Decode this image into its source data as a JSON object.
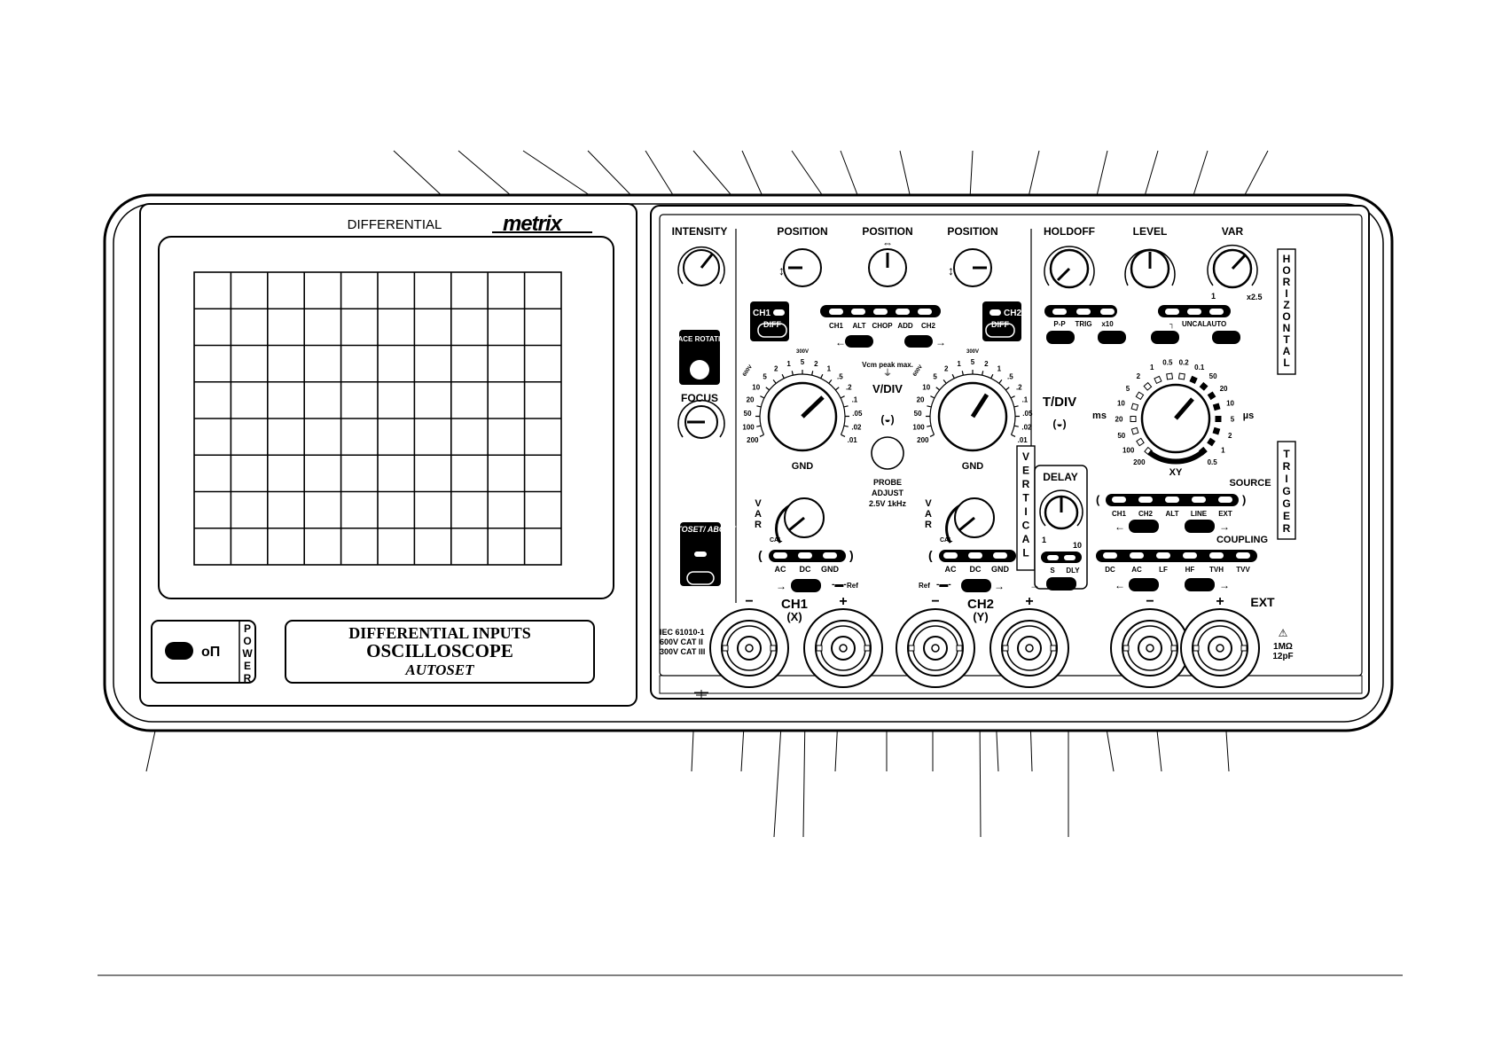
{
  "front": {
    "differential": "DIFFERENTIAL",
    "brand": "metrix",
    "power_label": "POWER",
    "power_symbol": "oΠ",
    "title_line1": "DIFFERENTIAL INPUTS",
    "title_line2": "OSCILLOSCOPE",
    "title_line3": "AUTOSET"
  },
  "display_controls": {
    "intensity": "INTENSITY",
    "trace_rotation": "TRACE ROTATION",
    "focus": "FOCUS",
    "autoset": "AUTOSET/ ABORT"
  },
  "vertical": {
    "position": "POSITION",
    "position_arrow": "⇔",
    "section": "VERTICAL",
    "ch1_label": "CH1",
    "ch2_label": "CH2",
    "diff": "DIFF",
    "modes": [
      "CH1",
      "ALT",
      "CHOP",
      "ADD",
      "CH2"
    ],
    "mode_arrows": [
      "←",
      "→"
    ],
    "vdiv": "V/DIV",
    "vcm": "Vcm peak max.",
    "vdiv_left_ticks": [
      "600V",
      "200",
      "100",
      "50",
      "20",
      "10",
      "5",
      "2",
      "1"
    ],
    "vdiv_right_ticks": [
      "300V",
      "5",
      "2",
      "1",
      ".5",
      ".2",
      ".1",
      ".05",
      ".02",
      ".01"
    ],
    "gnd": "GND",
    "cal_mark": "(◒)",
    "probe_adjust": "PROBE ADJUST 2.5V 1kHz",
    "var": "VAR",
    "cal": "CAL",
    "coupling": [
      "AC",
      "DC",
      "GND"
    ],
    "ref": "Ref",
    "input1": "CH1",
    "input1_sub": "(X)",
    "input2": "CH2",
    "input2_sub": "(Y)",
    "minus": "−",
    "plus": "+",
    "iec": [
      "IEC 61010-1",
      "600V CAT II",
      "300V CAT III"
    ]
  },
  "horizontal": {
    "holdoff": "HOLDOFF",
    "level": "LEVEL",
    "var": "VAR",
    "section": "HORIZONTAL",
    "trig_modes": [
      "P-P",
      "TRIG",
      "x10"
    ],
    "trig_slope": "┐",
    "sweep_modes": [
      "UNCAL",
      "AUTO"
    ],
    "var_marks": [
      "1",
      "x2.5"
    ],
    "tdiv": "T/DIV",
    "ms": "ms",
    "us": "µs",
    "xy": "XY",
    "ms_ticks": [
      "200",
      "100",
      "50",
      "20",
      "10",
      "5",
      "2",
      "1",
      "0.5",
      "0.2",
      "0.1"
    ],
    "us_ticks": [
      "50",
      "20",
      "10",
      "5",
      "2",
      "1",
      "0.5"
    ],
    "delay": "DELAY",
    "delay_marks": [
      "1",
      "10"
    ],
    "delay_modes": [
      "S",
      "DLY"
    ]
  },
  "trigger": {
    "section": "TRIGGER",
    "source": "SOURCE",
    "sources": [
      "CH1",
      "CH2",
      "ALT",
      "LINE",
      "EXT"
    ],
    "coupling": "COUPLING",
    "couplings": [
      "DC",
      "AC",
      "LF",
      "HF",
      "TVH",
      "TVV"
    ],
    "ext": "EXT",
    "impedance": [
      "1MΩ",
      "12pF"
    ]
  }
}
